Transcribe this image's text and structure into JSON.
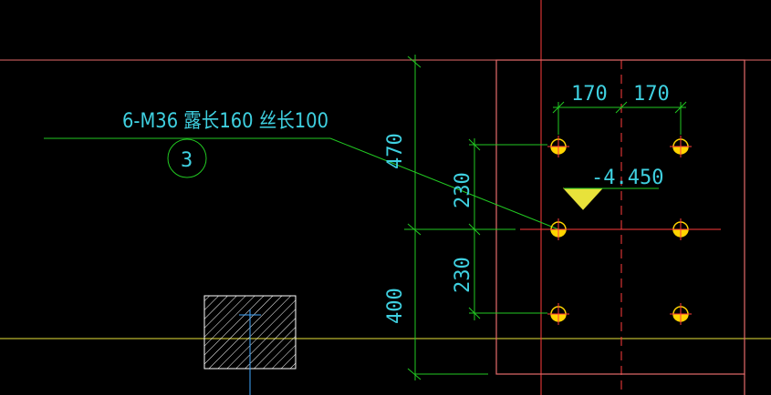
{
  "annotation": {
    "bolt_spec": "6-M36 露长160 丝长100",
    "detail_number": "3"
  },
  "dimensions": {
    "horizontal_left": "170",
    "horizontal_right": "170",
    "vertical_upper": "230",
    "vertical_lower": "230",
    "outer_upper": "470",
    "outer_lower": "400"
  },
  "elevation": {
    "value": "-4.450"
  },
  "colors": {
    "background": "#000000",
    "text_cyan": "#3fd0e0",
    "dim_green": "#22c922",
    "grid_red": "#ff3b3b",
    "plate_pink": "#e46a6a",
    "yellow_line": "#e8e23a",
    "bolt_yellow": "#ffd400",
    "white": "#ffffff"
  },
  "icons": {
    "bolt": "anchor-bolt-icon",
    "hatch": "hatch-section-icon",
    "elevation_marker": "elevation-triangle-icon"
  }
}
